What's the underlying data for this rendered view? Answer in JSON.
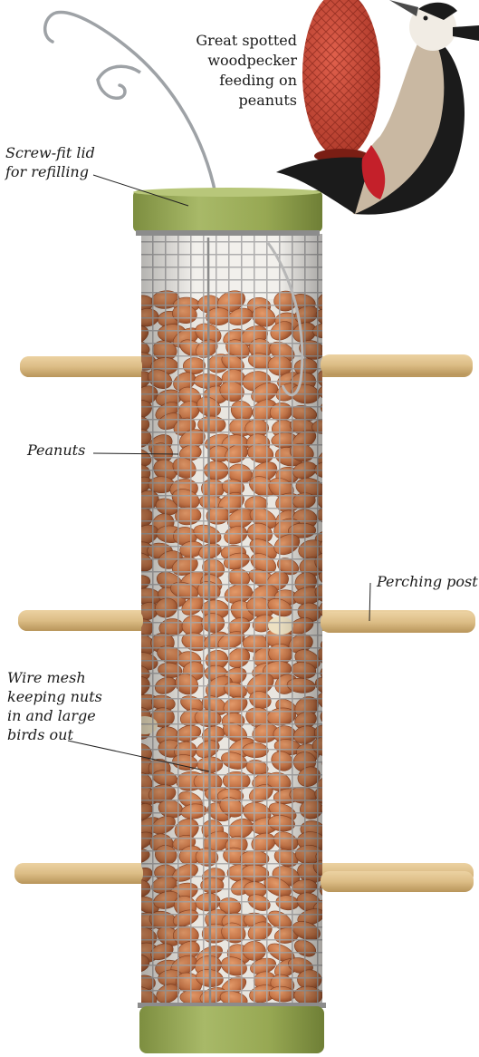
{
  "labels": {
    "woodpecker": [
      "Great spotted",
      "woodpecker",
      "feeding on",
      "peanuts"
    ],
    "lid": [
      "Screw-fit lid",
      "for refilling"
    ],
    "peanuts": [
      "Peanuts"
    ],
    "perch": [
      "Perching post"
    ],
    "mesh": [
      "Wire mesh",
      "keeping nuts",
      "in and large",
      "birds out"
    ]
  },
  "colors": {
    "lid_green": "#9aab58",
    "lid_green_dark": "#7d8e40",
    "wood": "#dcbd86",
    "wood_dark": "#b8955a",
    "peanut": "#c8784a",
    "peanut_dark": "#9c4f2b",
    "wire": "#9a9a9a",
    "woodpecker_red": "#c4202a",
    "woodpecker_black": "#1b1b1b"
  }
}
